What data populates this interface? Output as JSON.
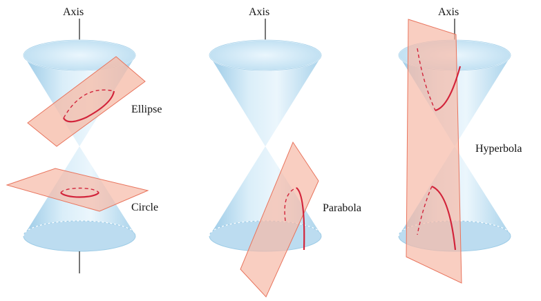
{
  "figure": {
    "panels": [
      {
        "axis_label": "Axis",
        "sections": [
          "Ellipse",
          "Circle"
        ]
      },
      {
        "axis_label": "Axis",
        "sections": [
          "Parabola"
        ]
      },
      {
        "axis_label": "Axis",
        "sections": [
          "Hyperbola"
        ]
      }
    ]
  },
  "colors": {
    "cone_fill": "#bfe1f4",
    "cone_edge": "#9ccbe6",
    "plane_fill": "#f6b9a6",
    "plane_edge": "#e8735c",
    "curve": "#d2233a",
    "axis_line": "#1a1a1a"
  }
}
